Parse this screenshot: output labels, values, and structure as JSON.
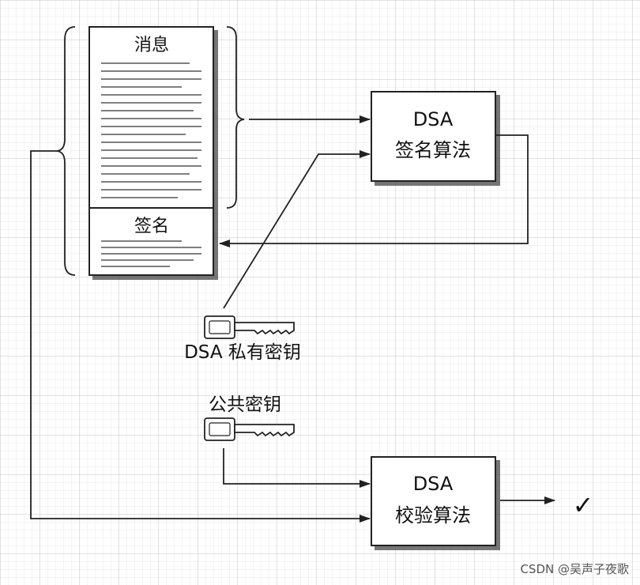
{
  "diagram": {
    "message_label": "消息",
    "signature_label": "签名",
    "sign_box": {
      "line1": "DSA",
      "line2": "签名算法"
    },
    "verify_box": {
      "line1": "DSA",
      "line2": "校验算法"
    },
    "private_key_label": "DSA 私有密钥",
    "public_key_label": "公共密钥",
    "result_symbol": "✓"
  },
  "watermark": "CSDN @吴声子夜歌",
  "colors": {
    "grid": "#d9d9d9",
    "grid_major": "#bfbfbf",
    "stroke": "#222222",
    "box_fill": "#ffffff"
  }
}
